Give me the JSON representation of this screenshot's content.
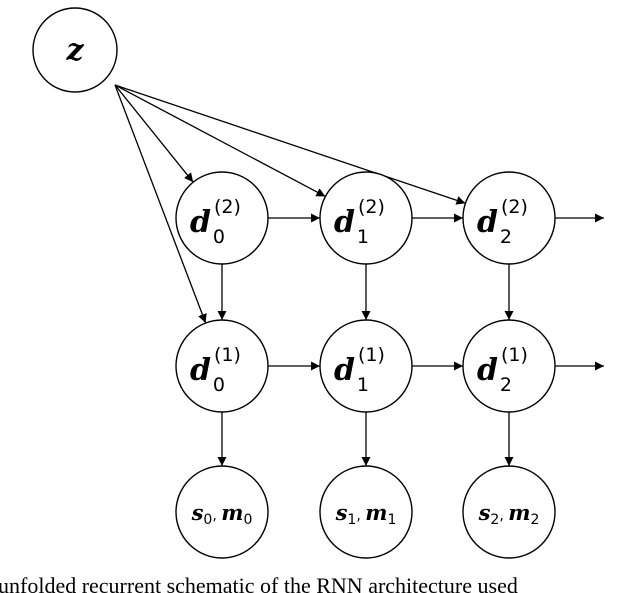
{
  "diagram": {
    "nodes": {
      "z": {
        "main": "z"
      },
      "d2_0": {
        "main": "d",
        "sup": "(2)",
        "sub": "0"
      },
      "d2_1": {
        "main": "d",
        "sup": "(2)",
        "sub": "1"
      },
      "d2_2": {
        "main": "d",
        "sup": "(2)",
        "sub": "2"
      },
      "d1_0": {
        "main": "d",
        "sup": "(1)",
        "sub": "0"
      },
      "d1_1": {
        "main": "d",
        "sup": "(1)",
        "sub": "1"
      },
      "d1_2": {
        "main": "d",
        "sup": "(1)",
        "sub": "2"
      },
      "o_0": {
        "a": "s",
        "a_sub": "0",
        "sep": ", ",
        "b": "m",
        "b_sub": "0"
      },
      "o_1": {
        "a": "s",
        "a_sub": "1",
        "sep": ", ",
        "b": "m",
        "b_sub": "1"
      },
      "o_2": {
        "a": "s",
        "a_sub": "2",
        "sep": ", ",
        "b": "m",
        "b_sub": "2"
      }
    },
    "edges": [
      [
        "z",
        "d2_0"
      ],
      [
        "z",
        "d2_1"
      ],
      [
        "z",
        "d2_2"
      ],
      [
        "z",
        "d1_0"
      ],
      [
        "d2_0",
        "d2_1"
      ],
      [
        "d2_1",
        "d2_2"
      ],
      [
        "d2_2",
        "out2"
      ],
      [
        "d1_0",
        "d1_1"
      ],
      [
        "d1_1",
        "d1_2"
      ],
      [
        "d1_2",
        "out1"
      ],
      [
        "d2_0",
        "d1_0"
      ],
      [
        "d2_1",
        "d1_1"
      ],
      [
        "d2_2",
        "d1_2"
      ],
      [
        "d1_0",
        "o_0"
      ],
      [
        "d1_1",
        "o_1"
      ],
      [
        "d1_2",
        "o_2"
      ]
    ]
  },
  "caption": "unfolded recurrent schematic of the RNN architecture used"
}
